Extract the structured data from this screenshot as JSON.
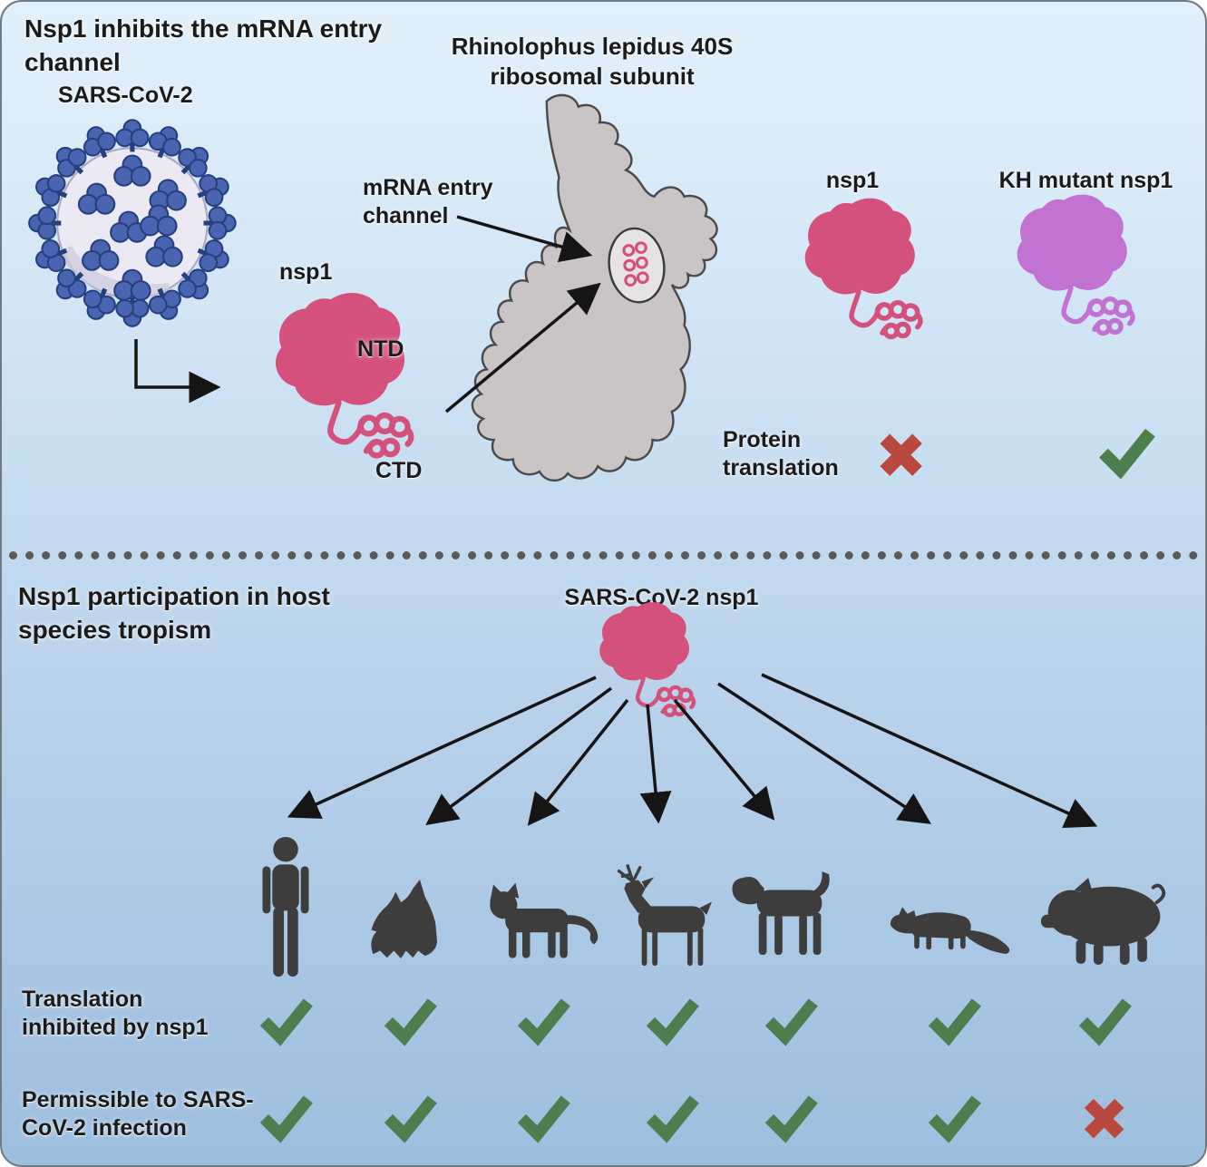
{
  "figure": {
    "panel_top": {
      "title": "Nsp1 inhibits the mRNA entry channel",
      "virus_label": "SARS-CoV-2",
      "virus_icon": "coronavirus-icon",
      "ribosome_heading": "Rhinolophus lepidus 40S ribosomal subunit",
      "channel_label": "mRNA entry channel",
      "nsp1_label": "nsp1",
      "ntd_label": "NTD",
      "ctd_label": "CTD",
      "comparison": {
        "left_label": "nsp1",
        "right_label": "KH mutant nsp1",
        "row_label": "Protein translation",
        "left_mark": "cross",
        "right_mark": "check"
      }
    },
    "panel_bottom": {
      "title": "Nsp1 participation in host species tropism",
      "nsp1_label": "SARS-CoV-2 nsp1",
      "animals": [
        "human",
        "bat",
        "cat",
        "deer",
        "dog",
        "ferret",
        "pig"
      ],
      "rows": [
        {
          "label": "Translation inhibited by nsp1",
          "marks": [
            "check",
            "check",
            "check",
            "check",
            "check",
            "check",
            "check"
          ]
        },
        {
          "label": "Permissible to SARS-CoV-2 infection",
          "marks": [
            "check",
            "check",
            "check",
            "check",
            "check",
            "check",
            "cross"
          ]
        }
      ]
    },
    "colors": {
      "check_green": "#4e7d4e",
      "cross_red": "#b9493f",
      "nsp1_pink": "#d4517e",
      "kh_mutant_purple": "#c272d0",
      "ribosome_grey": "#c9c5c6",
      "animal_grey": "#3d3d3d",
      "virus_blue": "#4a64b2",
      "dot_grey": "#5a5a5a"
    }
  }
}
